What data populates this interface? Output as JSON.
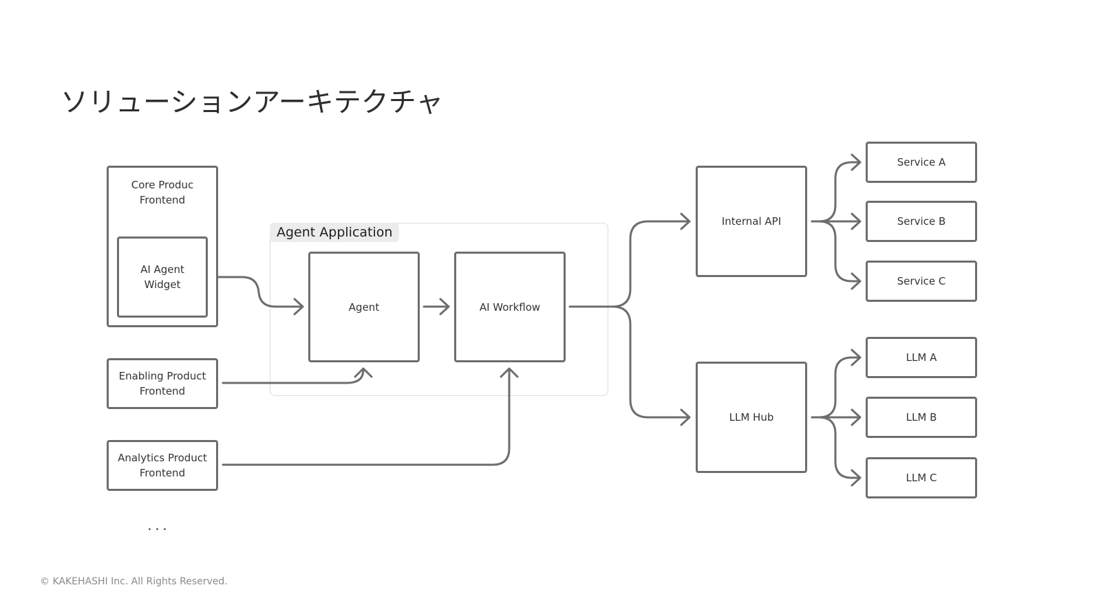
{
  "slide": {
    "title": "ソリューションアーキテクチャ",
    "footer": "© KAKEHASHI Inc. All Rights Reserved.",
    "ellipsis": "..."
  },
  "diagram": {
    "group_label": "Agent Application",
    "nodes": {
      "core_frontend": "Core Produc\nFrontend",
      "ai_agent_widget": "AI Agent\nWidget",
      "enabling_frontend": "Enabling Product\nFrontend",
      "analytics_frontend": "Analytics Product\nFrontend",
      "agent": "Agent",
      "ai_workflow": "AI Workflow",
      "internal_api": "Internal API",
      "llm_hub": "LLM Hub",
      "service_a": "Service A",
      "service_b": "Service B",
      "service_c": "Service C",
      "llm_a": "LLM A",
      "llm_b": "LLM B",
      "llm_c": "LLM C"
    },
    "edges": [
      [
        "ai_agent_widget",
        "agent"
      ],
      [
        "enabling_frontend",
        "agent"
      ],
      [
        "agent",
        "ai_workflow"
      ],
      [
        "analytics_frontend",
        "ai_workflow"
      ],
      [
        "ai_workflow",
        "internal_api"
      ],
      [
        "ai_workflow",
        "llm_hub"
      ],
      [
        "internal_api",
        "service_a"
      ],
      [
        "internal_api",
        "service_b"
      ],
      [
        "internal_api",
        "service_c"
      ],
      [
        "llm_hub",
        "llm_a"
      ],
      [
        "llm_hub",
        "llm_b"
      ],
      [
        "llm_hub",
        "llm_c"
      ]
    ],
    "colors": {
      "stroke": "#6d6d6d",
      "group_border": "#dcdcdc",
      "group_label_bg": "#ececec"
    }
  }
}
